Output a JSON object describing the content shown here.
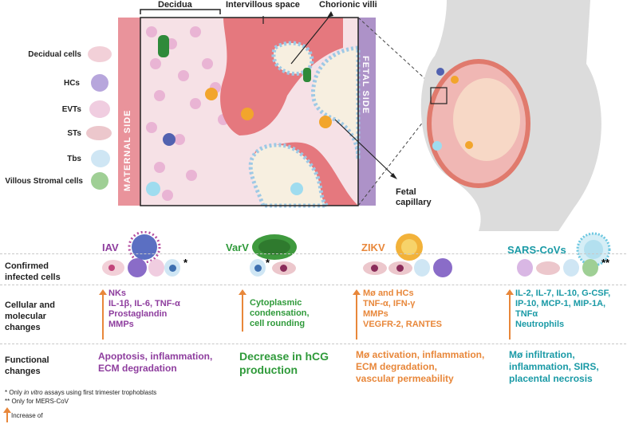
{
  "illustration": {
    "decidua": "Decidua",
    "intervillous_space": "Intervillous space",
    "chorionic_villi": "Chorionic villi",
    "maternal_side": "MATERNAL SIDE",
    "fetal_side": "FETAL SIDE",
    "fetal_capillary": "Fetal capillary"
  },
  "legend": [
    {
      "label": "Decidual cells",
      "color": "#f2d0d8"
    },
    {
      "label": "HCs",
      "color": "#b7a6dc"
    },
    {
      "label": "EVTs",
      "color": "#f0cde0"
    },
    {
      "label": "STs",
      "color": "#ecc7cc"
    },
    {
      "label": "Tbs",
      "color": "#cfe6f4"
    },
    {
      "label": "Villous Stromal cells",
      "color": "#9fcf95"
    }
  ],
  "viruses": [
    {
      "name": "IAV",
      "color": "#8e3d9e"
    },
    {
      "name": "VarV",
      "color": "#2f9a3a"
    },
    {
      "name": "ZIKV",
      "color": "#e8873a"
    },
    {
      "name": "SARS-CoVs",
      "color": "#1a9aa6"
    }
  ],
  "row_labels": {
    "confirmed": "Confirmed infected cells",
    "cellular": "Cellular and molecular changes",
    "functional": "Functional changes"
  },
  "stars": {
    "iav": "*",
    "varv": "*",
    "sars": "**"
  },
  "cellular": {
    "iav": [
      "NKs",
      "IL-1β, IL-6, TNF-α",
      "Prostaglandin",
      "MMPs"
    ],
    "varv": [
      "Cytoplasmic",
      "condensation,",
      "cell rounding"
    ],
    "zikv": [
      "Mø and HCs",
      "TNF-α, IFN-γ",
      "MMPs",
      "VEGFR-2, RANTES"
    ],
    "sars": [
      "IL-2, IL-7, IL-10, G-CSF,",
      "IP-10, MCP-1, MIP-1A,",
      "TNFα",
      "Neutrophils"
    ]
  },
  "functional": {
    "iav": [
      "Apoptosis, inflammation,",
      "ECM degradation"
    ],
    "varv": [
      "Decrease in hCG",
      "production"
    ],
    "zikv": [
      "Mø activation, inflammation,",
      "ECM degradation,",
      "vascular permeability"
    ],
    "sars": [
      "Mø infiltration,",
      "inflammation, SIRS,",
      "placental necrosis"
    ]
  },
  "notes": {
    "note1_pre": "* Only ",
    "note1_italic": "in vitro",
    "note1_post": " assays using first trimester trophoblasts",
    "note2": "** Only for MERS-CoV",
    "increase": "Increase of"
  }
}
